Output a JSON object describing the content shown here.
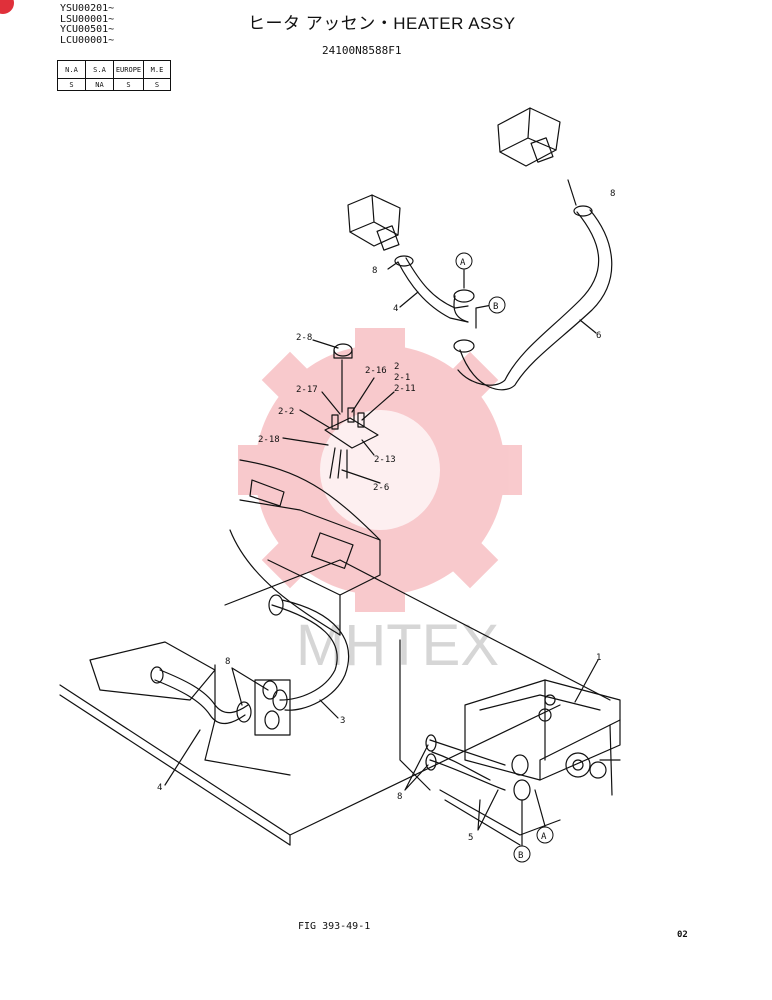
{
  "header": {
    "serials": [
      "YSU00201~",
      "LSU00001~",
      "YCU00501~",
      "LCU00001~"
    ],
    "title": "ヒータ アッセン・HEATER ASSY",
    "part_number": "24100N8588F1"
  },
  "market_table": {
    "headers": [
      "N.A",
      "S.A",
      "EUROPE",
      "M.E"
    ],
    "values": [
      "S",
      "NA",
      "S",
      "S"
    ]
  },
  "callouts": {
    "p1": "1",
    "p2": "2",
    "p2_1": "2-1",
    "p2_2": "2-2",
    "p2_6": "2-6",
    "p2_8": "2-8",
    "p2_11": "2-11",
    "p2_13": "2-13",
    "p2_16": "2-16",
    "p2_17": "2-17",
    "p2_18": "2-18",
    "p3": "3",
    "p4": "4",
    "p5": "5",
    "p6": "6",
    "p8": "8",
    "conn_a": "A",
    "conn_b": "B"
  },
  "watermark": {
    "text": "MHTEX",
    "color": "#e8404a"
  },
  "footer": {
    "figure": "FIG 393-49-1",
    "page_code": "02"
  }
}
